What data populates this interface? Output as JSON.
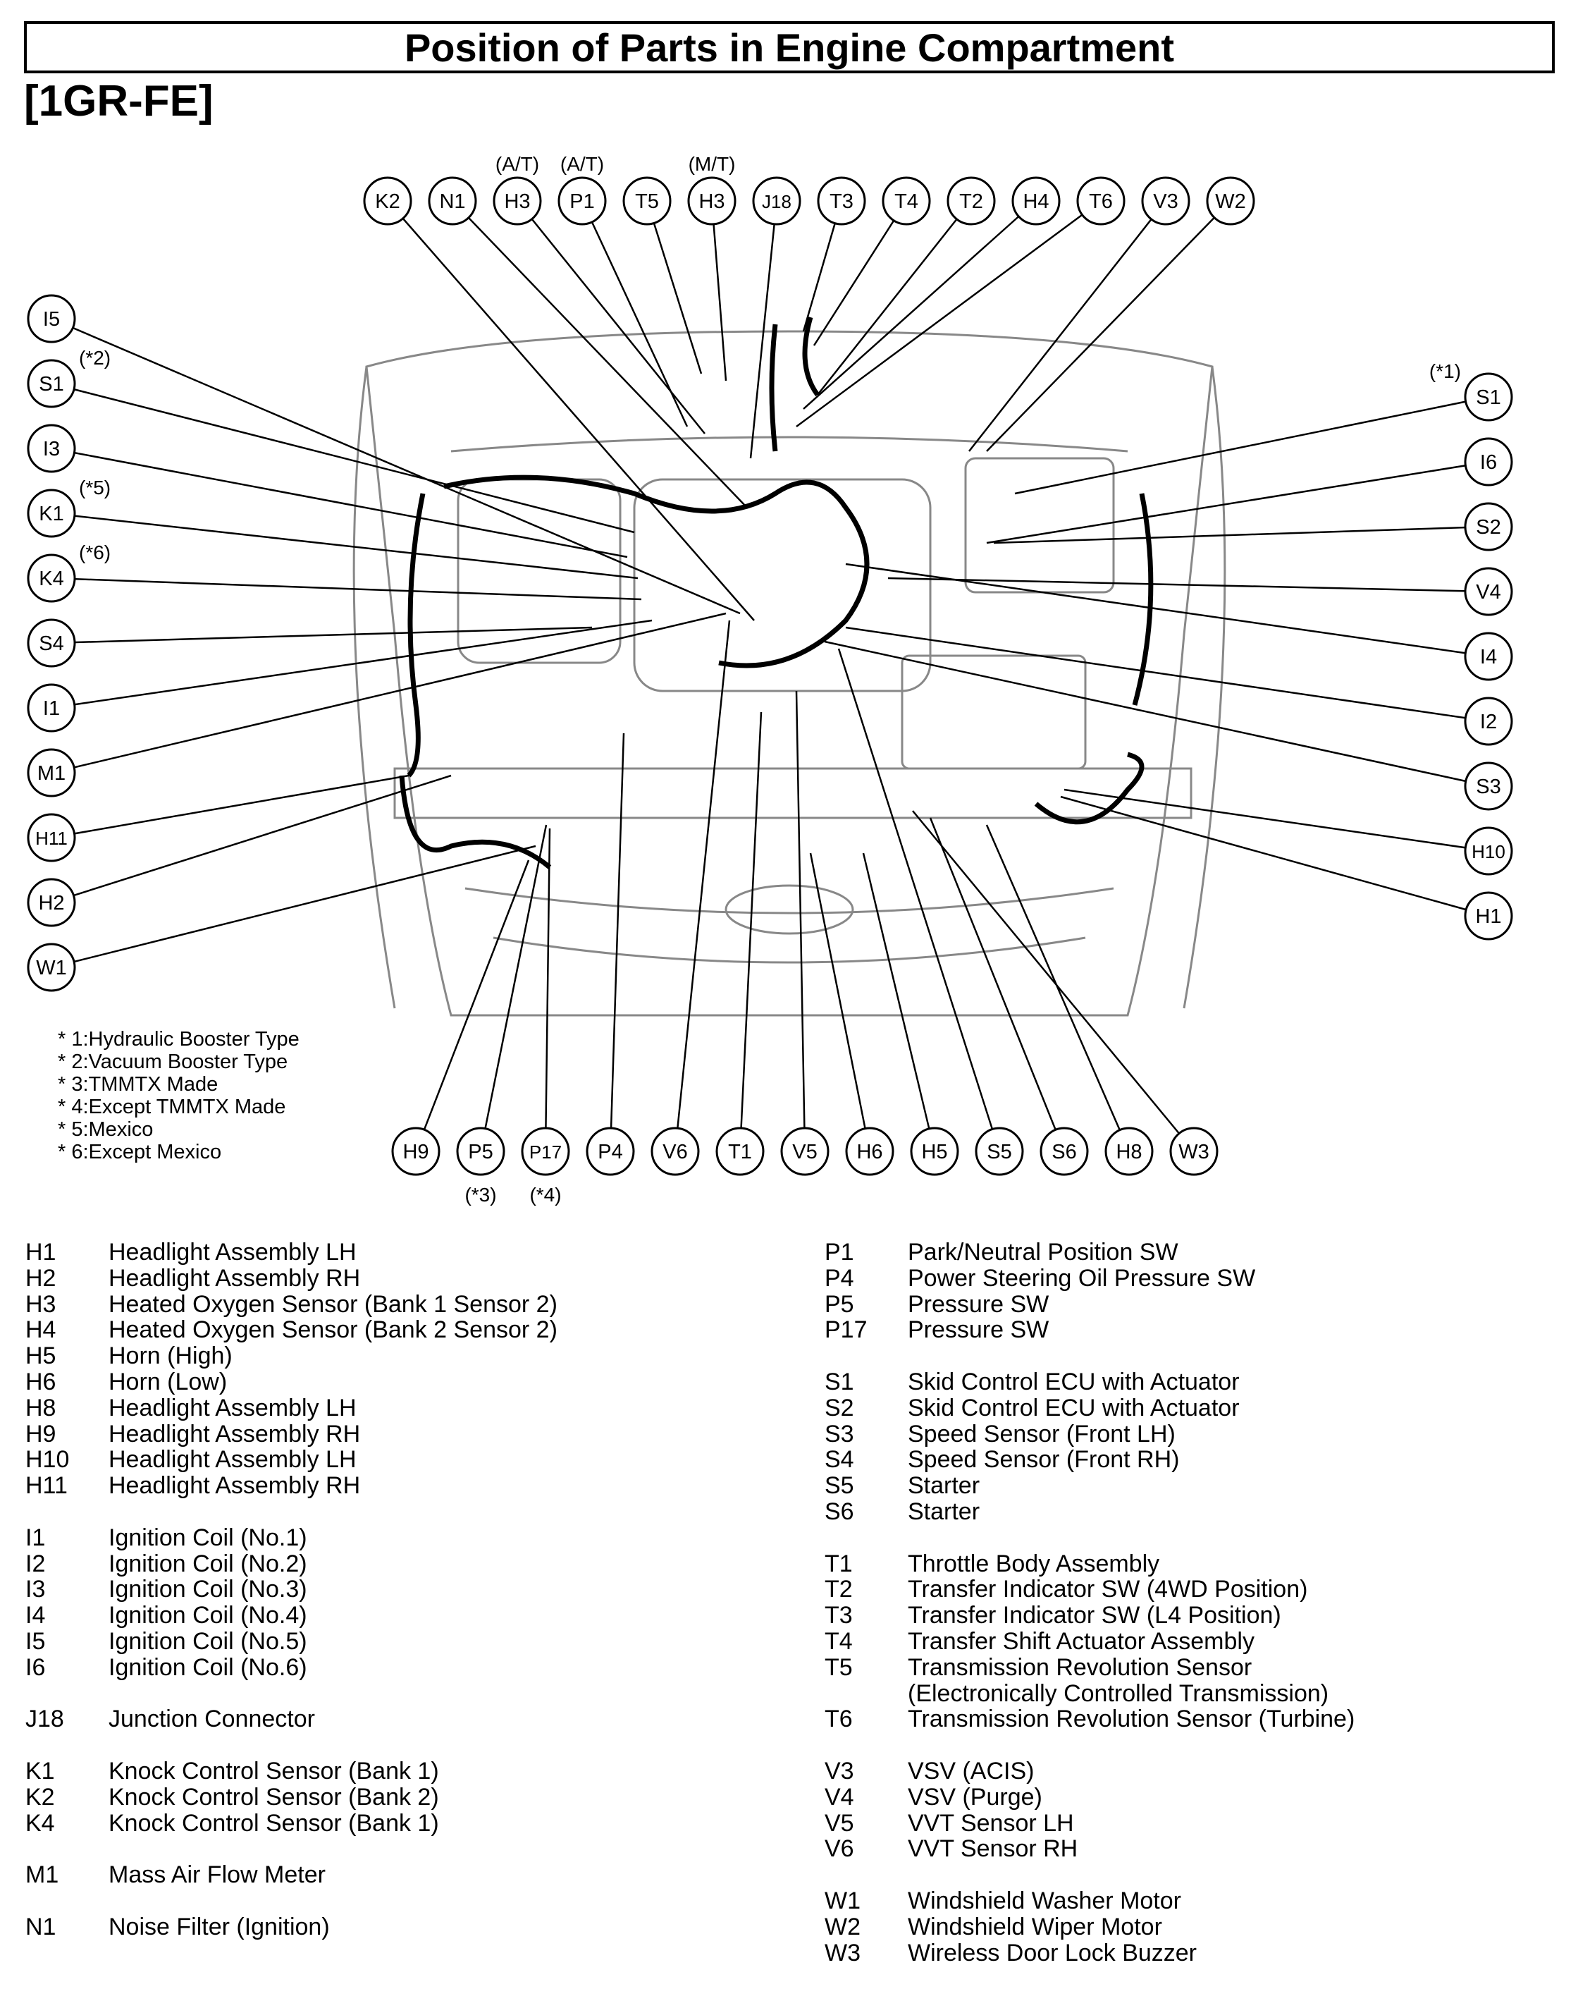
{
  "title": "Position of Parts in Engine Compartment",
  "engine_code": "[1GR-FE]",
  "top_callouts": [
    {
      "code": "K2",
      "note": ""
    },
    {
      "code": "N1",
      "note": ""
    },
    {
      "code": "H3",
      "note": "(A/T)"
    },
    {
      "code": "P1",
      "note": "(A/T)"
    },
    {
      "code": "T5",
      "note": ""
    },
    {
      "code": "H3",
      "note": "(M/T)"
    },
    {
      "code": "J18",
      "note": ""
    },
    {
      "code": "T3",
      "note": ""
    },
    {
      "code": "T4",
      "note": ""
    },
    {
      "code": "T2",
      "note": ""
    },
    {
      "code": "H4",
      "note": ""
    },
    {
      "code": "T6",
      "note": ""
    },
    {
      "code": "V3",
      "note": ""
    },
    {
      "code": "W2",
      "note": ""
    }
  ],
  "left_callouts": [
    {
      "code": "I5",
      "note": ""
    },
    {
      "code": "S1",
      "note": "(*2)"
    },
    {
      "code": "I3",
      "note": ""
    },
    {
      "code": "K1",
      "note": "(*5)"
    },
    {
      "code": "K4",
      "note": "(*6)"
    },
    {
      "code": "S4",
      "note": ""
    },
    {
      "code": "I1",
      "note": ""
    },
    {
      "code": "M1",
      "note": ""
    },
    {
      "code": "H11",
      "note": ""
    },
    {
      "code": "H2",
      "note": ""
    },
    {
      "code": "W1",
      "note": ""
    }
  ],
  "right_callouts": [
    {
      "code": "S1",
      "note": "(*1)"
    },
    {
      "code": "I6",
      "note": ""
    },
    {
      "code": "S2",
      "note": ""
    },
    {
      "code": "V4",
      "note": ""
    },
    {
      "code": "I4",
      "note": ""
    },
    {
      "code": "I2",
      "note": ""
    },
    {
      "code": "S3",
      "note": ""
    },
    {
      "code": "H10",
      "note": ""
    },
    {
      "code": "H1",
      "note": ""
    }
  ],
  "bottom_callouts": [
    {
      "code": "H9",
      "note": ""
    },
    {
      "code": "P5",
      "note": "(*3)"
    },
    {
      "code": "P17",
      "note": "(*4)"
    },
    {
      "code": "P4",
      "note": ""
    },
    {
      "code": "V6",
      "note": ""
    },
    {
      "code": "T1",
      "note": ""
    },
    {
      "code": "V5",
      "note": ""
    },
    {
      "code": "H6",
      "note": ""
    },
    {
      "code": "H5",
      "note": ""
    },
    {
      "code": "S5",
      "note": ""
    },
    {
      "code": "S6",
      "note": ""
    },
    {
      "code": "H8",
      "note": ""
    },
    {
      "code": "W3",
      "note": ""
    }
  ],
  "notes": [
    "* 1:Hydraulic Booster Type",
    "* 2:Vacuum Booster Type",
    "* 3:TMMTX Made",
    "* 4:Except TMMTX Made",
    "* 5:Mexico",
    "* 6:Except Mexico"
  ],
  "legend_left": [
    {
      "code": "H1",
      "name": "Headlight Assembly LH"
    },
    {
      "code": "H2",
      "name": "Headlight Assembly RH"
    },
    {
      "code": "H3",
      "name": "Heated Oxygen Sensor (Bank 1 Sensor 2)"
    },
    {
      "code": "H4",
      "name": "Heated Oxygen Sensor (Bank 2 Sensor 2)"
    },
    {
      "code": "H5",
      "name": "Horn (High)"
    },
    {
      "code": "H6",
      "name": "Horn (Low)"
    },
    {
      "code": "H8",
      "name": "Headlight Assembly LH"
    },
    {
      "code": "H9",
      "name": "Headlight Assembly RH"
    },
    {
      "code": "H10",
      "name": "Headlight Assembly LH"
    },
    {
      "code": "H11",
      "name": "Headlight Assembly RH"
    },
    null,
    {
      "code": "I1",
      "name": "Ignition Coil (No.1)"
    },
    {
      "code": "I2",
      "name": "Ignition Coil (No.2)"
    },
    {
      "code": "I3",
      "name": "Ignition Coil (No.3)"
    },
    {
      "code": "I4",
      "name": "Ignition Coil (No.4)"
    },
    {
      "code": "I5",
      "name": "Ignition Coil (No.5)"
    },
    {
      "code": "I6",
      "name": "Ignition Coil (No.6)"
    },
    null,
    {
      "code": "J18",
      "name": "Junction Connector"
    },
    null,
    {
      "code": "K1",
      "name": "Knock Control Sensor (Bank 1)"
    },
    {
      "code": "K2",
      "name": "Knock Control Sensor (Bank 2)"
    },
    {
      "code": "K4",
      "name": "Knock Control Sensor (Bank 1)"
    },
    null,
    {
      "code": "M1",
      "name": "Mass Air Flow Meter"
    },
    null,
    {
      "code": "N1",
      "name": "Noise Filter (Ignition)"
    }
  ],
  "legend_right": [
    {
      "code": "P1",
      "name": "Park/Neutral Position SW"
    },
    {
      "code": "P4",
      "name": "Power Steering Oil Pressure SW"
    },
    {
      "code": "P5",
      "name": "Pressure SW"
    },
    {
      "code": "P17",
      "name": "Pressure SW"
    },
    null,
    {
      "code": "S1",
      "name": "Skid Control ECU with Actuator"
    },
    {
      "code": "S2",
      "name": "Skid Control ECU with Actuator"
    },
    {
      "code": "S3",
      "name": "Speed Sensor (Front LH)"
    },
    {
      "code": "S4",
      "name": "Speed Sensor (Front RH)"
    },
    {
      "code": "S5",
      "name": "Starter"
    },
    {
      "code": "S6",
      "name": "Starter"
    },
    null,
    {
      "code": "T1",
      "name": "Throttle Body Assembly"
    },
    {
      "code": "T2",
      "name": "Transfer Indicator SW (4WD Position)"
    },
    {
      "code": "T3",
      "name": "Transfer Indicator SW (L4 Position)"
    },
    {
      "code": "T4",
      "name": "Transfer Shift Actuator Assembly"
    },
    {
      "code": "T5",
      "name": "Transmission Revolution Sensor"
    },
    {
      "code": "",
      "name": "(Electronically Controlled Transmission)"
    },
    {
      "code": "T6",
      "name": "Transmission Revolution Sensor (Turbine)"
    },
    null,
    {
      "code": "V3",
      "name": "VSV (ACIS)"
    },
    {
      "code": "V4",
      "name": "VSV (Purge)"
    },
    {
      "code": "V5",
      "name": "VVT Sensor LH"
    },
    {
      "code": "V6",
      "name": "VVT Sensor RH"
    },
    null,
    {
      "code": "W1",
      "name": "Windshield Washer Motor"
    },
    {
      "code": "W2",
      "name": "Windshield Wiper Motor"
    },
    {
      "code": "W3",
      "name": "Wireless Door Lock Buzzer"
    }
  ]
}
